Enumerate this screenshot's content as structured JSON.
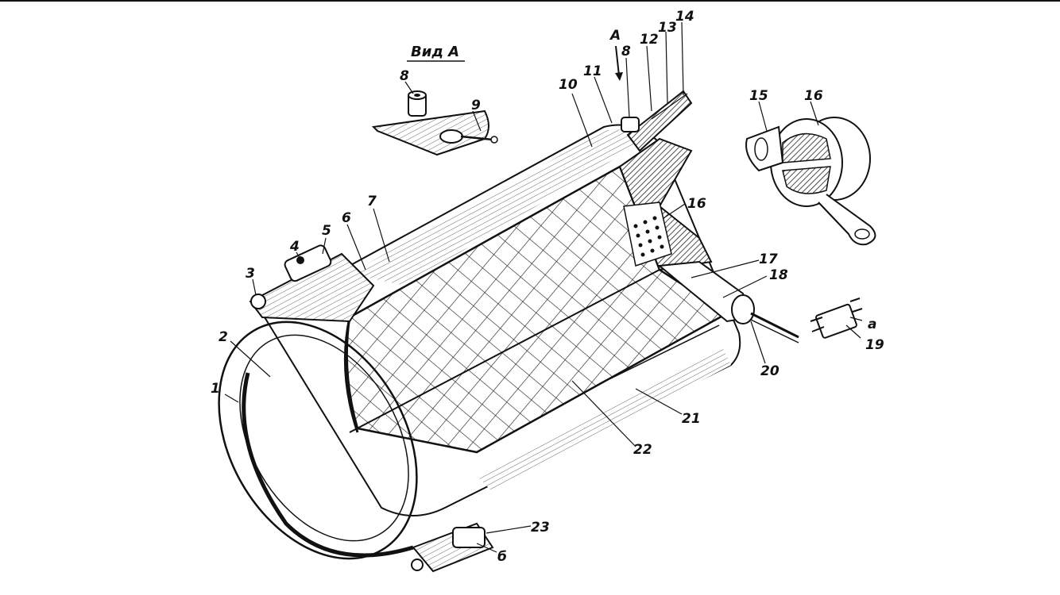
{
  "view_title": "Вид А",
  "arrow_label": "А",
  "labels": {
    "l1": "1",
    "l2": "2",
    "l3": "3",
    "l4": "4",
    "l5": "5",
    "l6": "6",
    "l7": "7",
    "l8a": "8",
    "l8b": "8",
    "l9": "9",
    "l10": "10",
    "l11": "11",
    "l12": "12",
    "l13": "13",
    "l14": "14",
    "l15": "15",
    "l16a": "16",
    "l16b": "16",
    "l17": "17",
    "l18": "18",
    "l19": "19",
    "l20": "20",
    "l21": "21",
    "l22": "22",
    "l23": "23",
    "la": "а",
    "lb": "б"
  },
  "colors": {
    "ink": "#111111",
    "paper": "#ffffff",
    "hatch": "#333333"
  }
}
